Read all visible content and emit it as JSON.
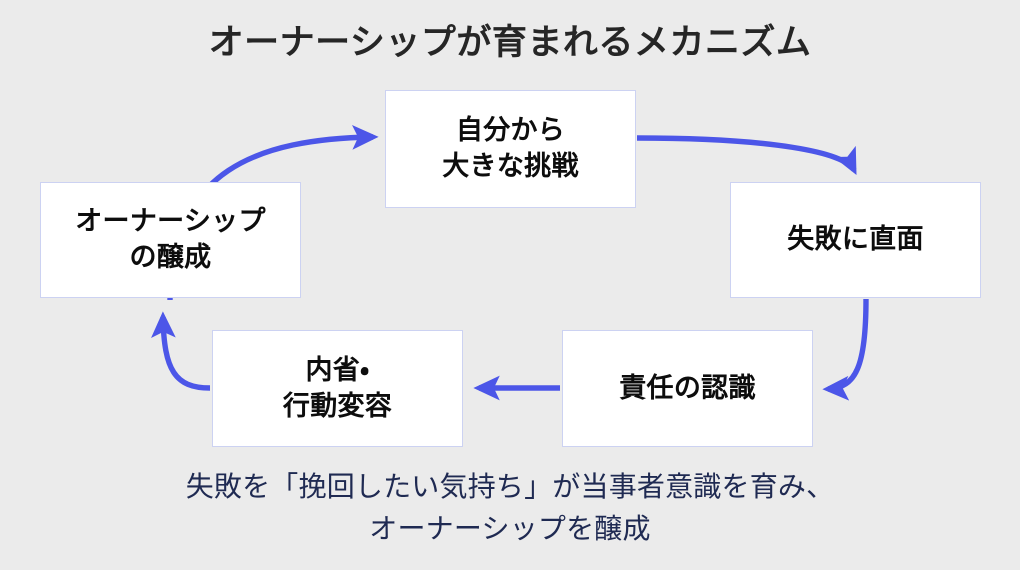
{
  "diagram": {
    "title": "オーナーシップが育まれるメカニズム",
    "caption": "失敗を「挽回したい気持ち」が当事者意識を育み、\nオーナーシップを醸成",
    "background_color": "#ebebeb",
    "title_color": "#262626",
    "caption_color": "#1f2a52",
    "arrow_color": "#4c56e8",
    "node_fill_color": "#ffffff",
    "node_border_color": "#ccd2f2",
    "node_text_color": "#0d0d0d",
    "nodes": [
      {
        "id": "top",
        "label": "自分から\n大きな挑戦"
      },
      {
        "id": "right",
        "label": "失敗に直面"
      },
      {
        "id": "bottomright",
        "label": "責任の認識"
      },
      {
        "id": "bottomleft",
        "label": "内省・\n行動変容"
      },
      {
        "id": "left",
        "label": "オーナーシップ\nの醸成"
      }
    ],
    "edges": [
      {
        "id": "left-to-top",
        "from": "left",
        "to": "top",
        "style": "curved"
      },
      {
        "id": "top-to-right",
        "from": "top",
        "to": "right",
        "style": "curved"
      },
      {
        "id": "right-to-bottomright",
        "from": "right",
        "to": "bottomright",
        "style": "curved"
      },
      {
        "id": "bottomright-to-bottomleft",
        "from": "bottomright",
        "to": "bottomleft",
        "style": "straight"
      },
      {
        "id": "bottomleft-to-left",
        "from": "bottomleft",
        "to": "left",
        "style": "curved"
      }
    ]
  }
}
